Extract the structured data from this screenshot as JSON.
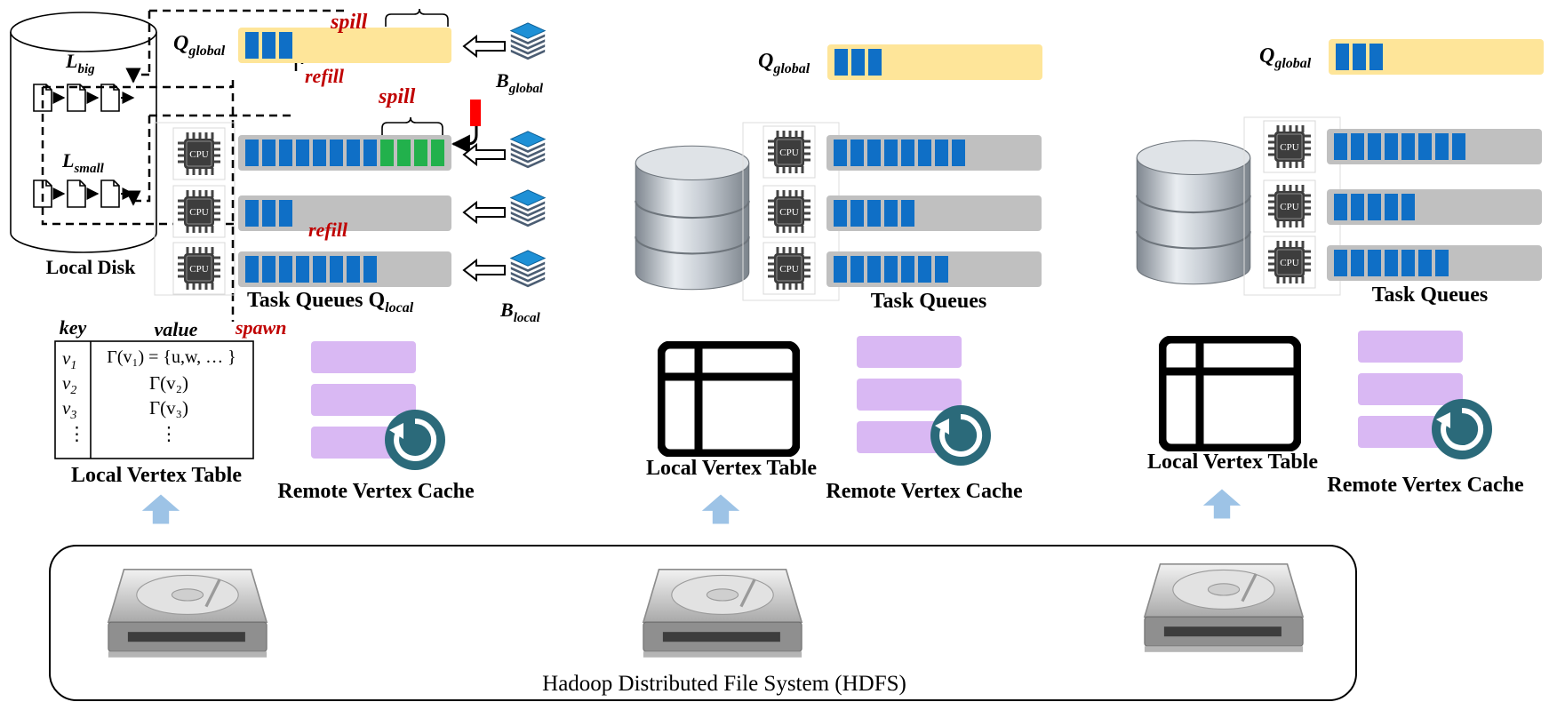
{
  "machine1": {
    "local_disk_label": "Local Disk",
    "l_big": {
      "base": "L",
      "sub": "big"
    },
    "l_small": {
      "base": "L",
      "sub": "small"
    },
    "q_global": {
      "base": "Q",
      "sub": "global"
    },
    "b_global": {
      "base": "B",
      "sub": "global"
    },
    "b_local": {
      "base": "B",
      "sub": "local"
    },
    "task_queues": {
      "base": "Task Queues Q",
      "sub": "local"
    },
    "spill_top": "spill",
    "spill_mid": "spill",
    "refill_top": "refill",
    "refill_mid": "refill",
    "spawn": "spawn",
    "cpu_label": "CPU",
    "table": {
      "key_header": "key",
      "value_header": "value",
      "rows": [
        {
          "key": {
            "base": "v",
            "sub": "1"
          },
          "value": "Γ(v₁) = {u,w, … }"
        },
        {
          "key": {
            "base": "v",
            "sub": "2"
          },
          "value": "Γ(v₂)"
        },
        {
          "key": {
            "base": "v",
            "sub": "3"
          },
          "value": "Γ(v₃)"
        },
        {
          "key": {
            "base": "⋮",
            "sub": ""
          },
          "value": "⋮"
        }
      ],
      "caption": "Local Vertex Table"
    },
    "remote_cache_label": "Remote Vertex Cache",
    "queues": {
      "global_blue": 3,
      "local": [
        {
          "blue": 8,
          "green": 4
        },
        {
          "blue": 3,
          "green": 0
        },
        {
          "blue": 8,
          "green": 0
        }
      ]
    }
  },
  "machine2": {
    "q_global": {
      "base": "Q",
      "sub": "global"
    },
    "task_queues_label": "Task Queues",
    "local_vertex_table_label": "Local Vertex Table",
    "remote_cache_label": "Remote Vertex Cache",
    "cpu_label": "CPU",
    "queues": {
      "global_blue": 3,
      "local": [
        8,
        5,
        7
      ]
    }
  },
  "machine3": {
    "q_global": {
      "base": "Q",
      "sub": "global"
    },
    "task_queues_label": "Task Queues",
    "local_vertex_table_label": "Local Vertex Table",
    "remote_cache_label": "Remote Vertex Cache",
    "cpu_label": "CPU",
    "queues": {
      "global_blue": 3,
      "local": [
        8,
        5,
        7
      ]
    }
  },
  "hdfs_label": "Hadoop Distributed File System (HDFS)",
  "colors": {
    "queue_bg_global": "#fee599",
    "queue_bg_local": "#c0c0c0",
    "task_blue": "#0f6fc6",
    "task_green": "#22b14c",
    "cache_purple": "#d9b8f3",
    "refresh_teal": "#2b6a7a",
    "arrow_lightblue": "#9dc3e6",
    "annotation_red": "#c00000",
    "stack_blue": "#1e90d6"
  }
}
